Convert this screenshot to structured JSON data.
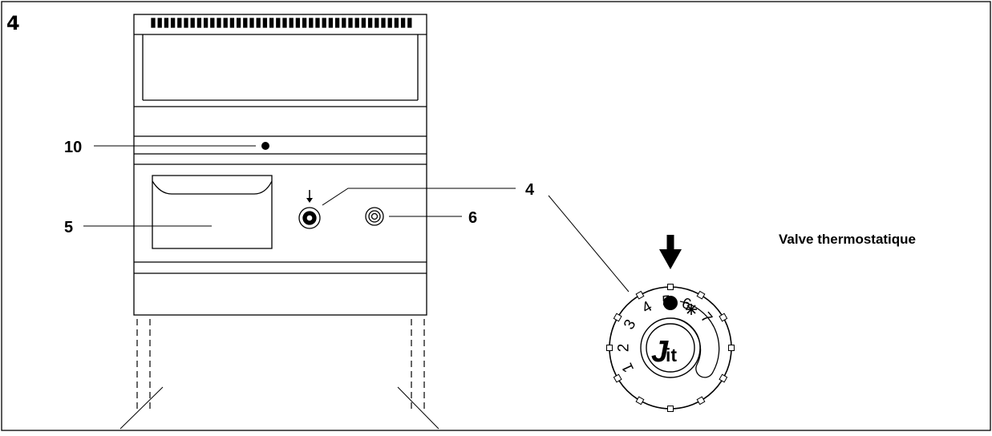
{
  "figure": {
    "number": "4"
  },
  "callouts": {
    "indicator": "10",
    "door": "5",
    "knob": "4",
    "igniter": "6"
  },
  "caption": "Valve thermostatique",
  "dial": {
    "brand": "Sit",
    "scale": [
      "1",
      "2",
      "3",
      "4",
      "5",
      "6",
      "7"
    ]
  }
}
